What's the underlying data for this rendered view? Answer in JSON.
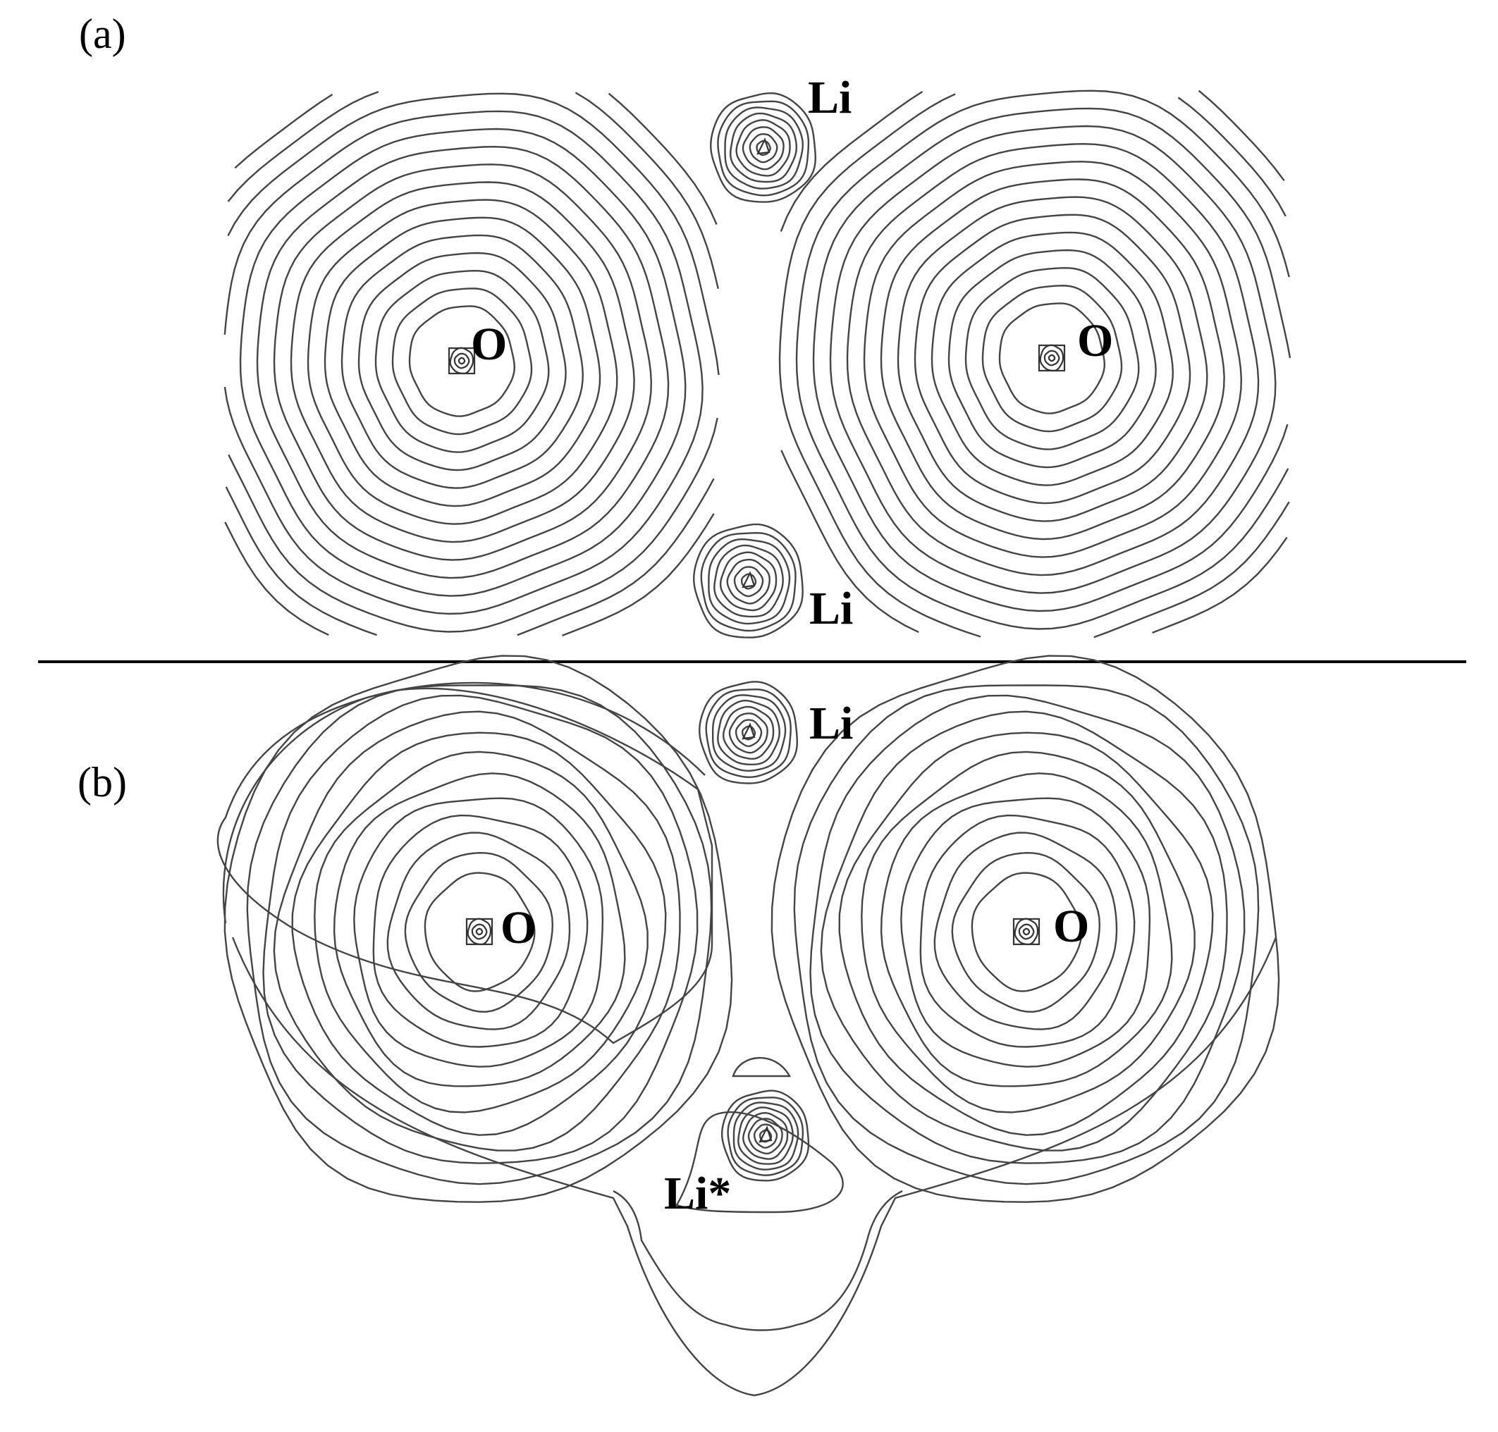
{
  "panels": {
    "a": {
      "label": "(a)"
    },
    "b": {
      "label": "(b)"
    }
  },
  "atoms": {
    "a_li_top": "Li",
    "a_li_bottom": "Li",
    "a_o_left": "O",
    "a_o_right": "O",
    "b_li_top": "Li",
    "b_o_left": "O",
    "b_o_right": "O",
    "b_li_star": "Li*"
  },
  "colors": {
    "contour": "#444444",
    "background": "#ffffff",
    "text": "#000000"
  }
}
